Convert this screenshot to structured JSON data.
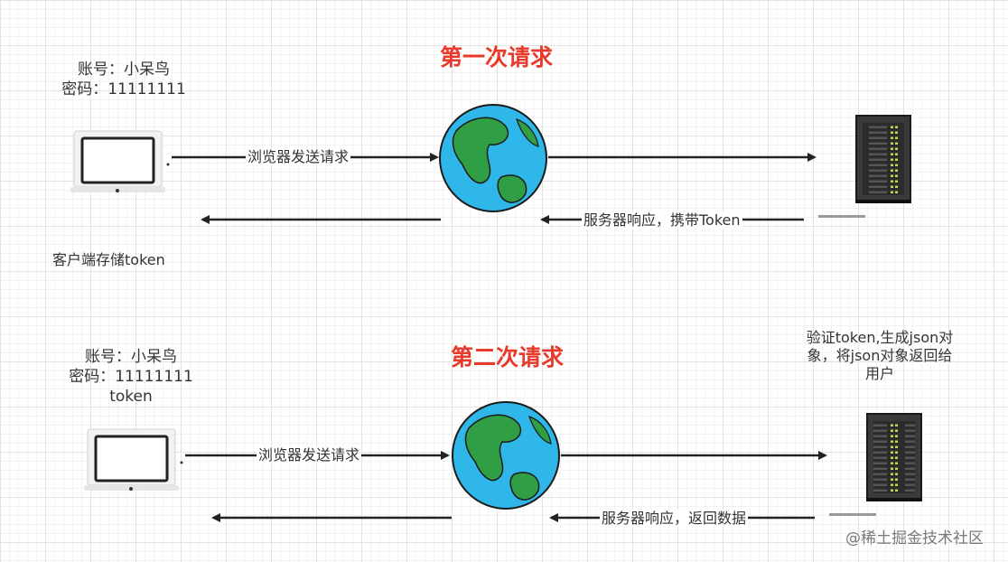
{
  "request1": {
    "account_line": "账号：小呆鸟",
    "password_line": "密码：11111111",
    "title": "第一次请求",
    "send_label": "浏览器发送请求",
    "response_label": "服务器响应，携带Token",
    "client_store_label": "客户端存储token"
  },
  "request2": {
    "account_line": "账号：小呆鸟",
    "password_line": "密码：11111111",
    "token_line": "token",
    "title": "第二次请求",
    "send_label": "浏览器发送请求",
    "response_label": "服务器响应，返回数据",
    "server_note": "验证token,生成json对象，将json对象返回给用户"
  },
  "watermark": "@稀土掘金技术社区",
  "colors": {
    "title": "#e8392b",
    "ocean": "#2fb7ea",
    "land": "#2f9e44",
    "server": "#2c2c2c",
    "server_light": "#c7d64a"
  }
}
